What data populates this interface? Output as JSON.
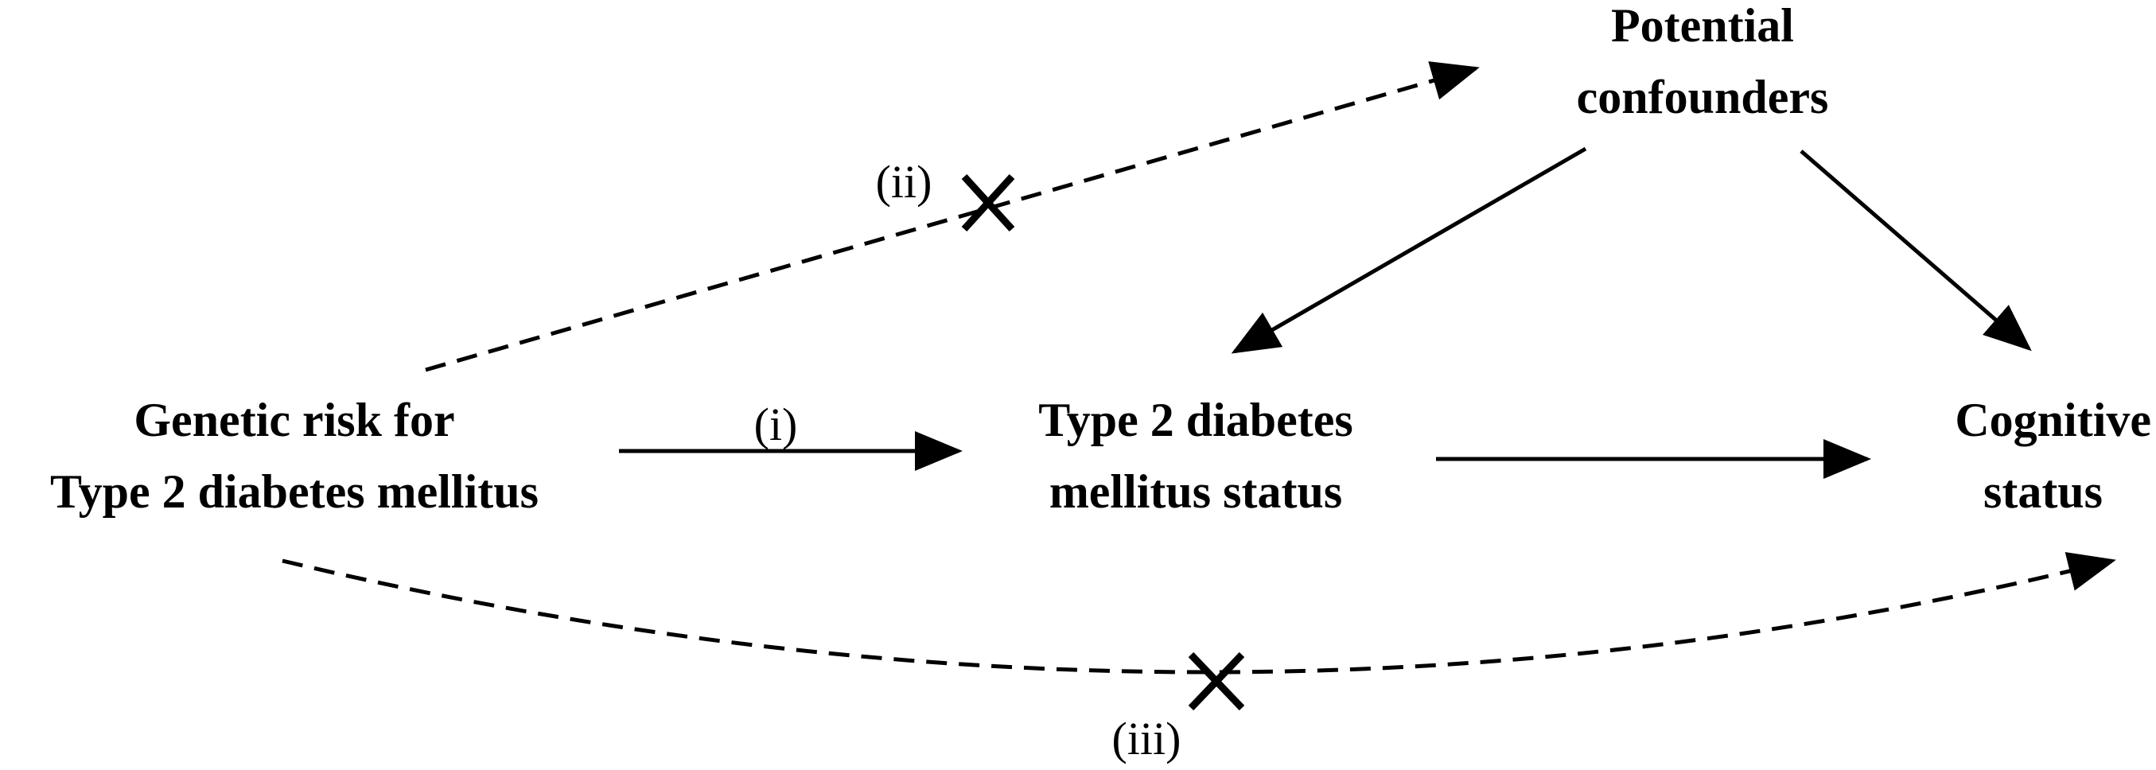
{
  "nodes": {
    "genetic_risk": {
      "line1": "Genetic risk for",
      "line2": "Type 2 diabetes mellitus"
    },
    "t2dm_status": {
      "line1": "Type 2 diabetes",
      "line2": "mellitus status"
    },
    "cognitive_status": {
      "line1": "Cognitive",
      "line2": "status"
    },
    "confounders": {
      "line1": "Potential",
      "line2": "confounders"
    }
  },
  "labels": {
    "path_i": "(i)",
    "path_ii": "(ii)",
    "path_iii": "(iii)"
  },
  "colors": {
    "ink": "#000000",
    "background": "#ffffff"
  }
}
